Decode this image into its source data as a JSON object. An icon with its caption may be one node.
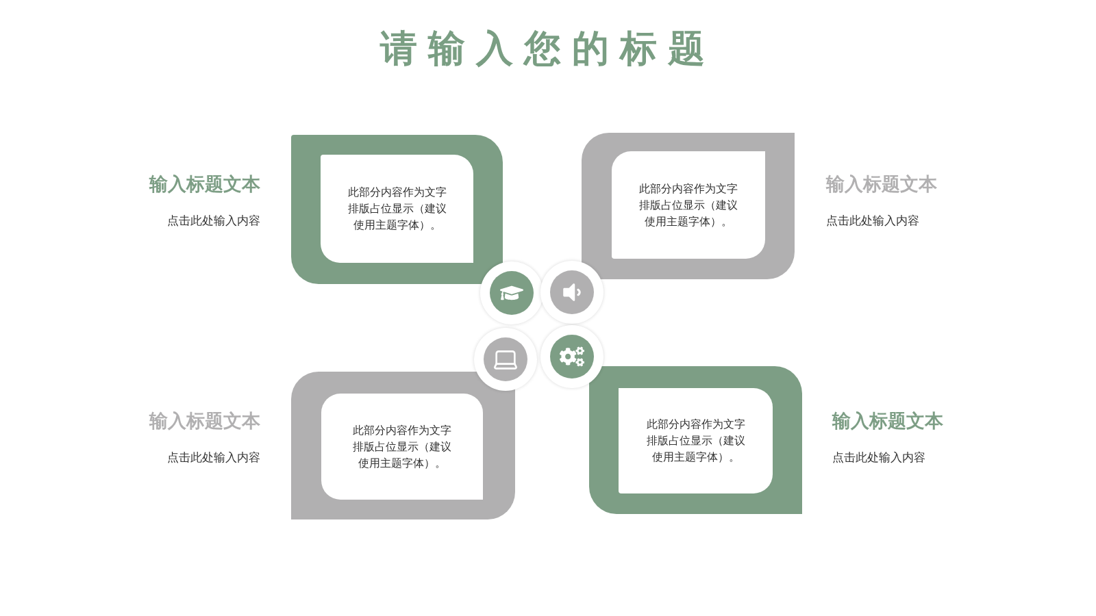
{
  "diagram": {
    "title": "请输入您的标题",
    "nodes": [
      {
        "text": [
          "此部分内容作为文字排版占位显示（建议使用主题字体）。"
        ],
        "beside": [
          "输入标题文本",
          "点击此处输入内容"
        ]
      },
      {
        "text": [
          "此部分内容作为文字排版占位显示（建议使用主题字体）。"
        ],
        "beside": [
          "输入标题文本",
          "点击此处输入内容"
        ]
      },
      {
        "text": [
          "此部分内容作为文字排版占位显示（建议使用主题字体）。"
        ],
        "beside": [
          "输入标题文本",
          "点击此处输入内容"
        ]
      },
      {
        "text": [
          "此部分内容作为文字排版占位显示（建议使用主题字体）。"
        ],
        "beside": [
          "输入标题文本",
          "点击此处输入内容"
        ]
      }
    ]
  }
}
